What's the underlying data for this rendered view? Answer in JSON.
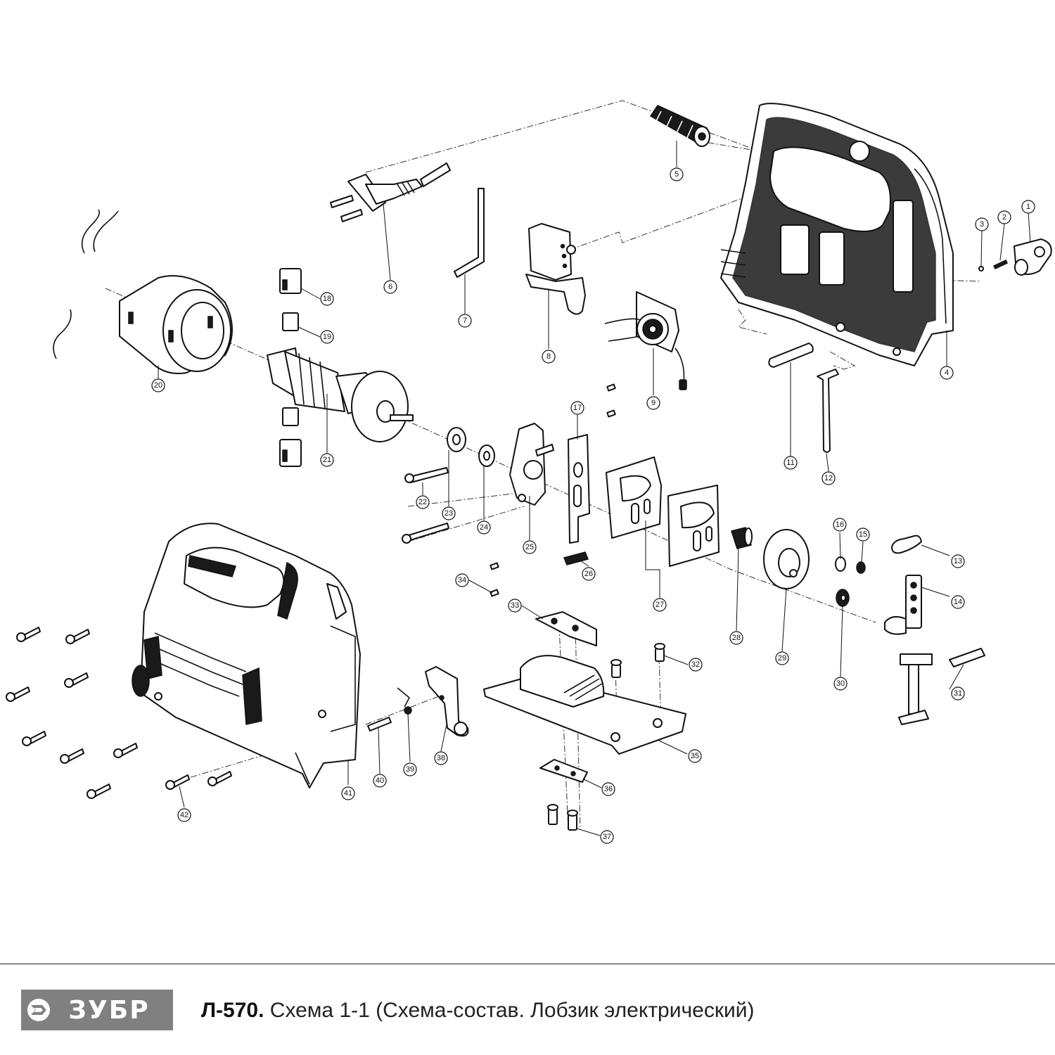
{
  "brand": {
    "name": "ЗУБР"
  },
  "caption": {
    "model": "Л-570.",
    "text": "Схема 1-1 (Схема-состав. Лобзик электрический)"
  },
  "callouts": [
    "1",
    "2",
    "3",
    "4",
    "5",
    "6",
    "7",
    "8",
    "9",
    "11",
    "12",
    "13",
    "14",
    "15",
    "16",
    "17",
    "18",
    "19",
    "20",
    "21",
    "22",
    "23",
    "24",
    "25",
    "26",
    "27",
    "28",
    "29",
    "30",
    "31",
    "32",
    "33",
    "34",
    "35",
    "36",
    "37",
    "38",
    "39",
    "40",
    "41",
    "42"
  ],
  "colors": {
    "logo_bg": "#808080",
    "ink": "#111111",
    "rule": "#222222"
  }
}
